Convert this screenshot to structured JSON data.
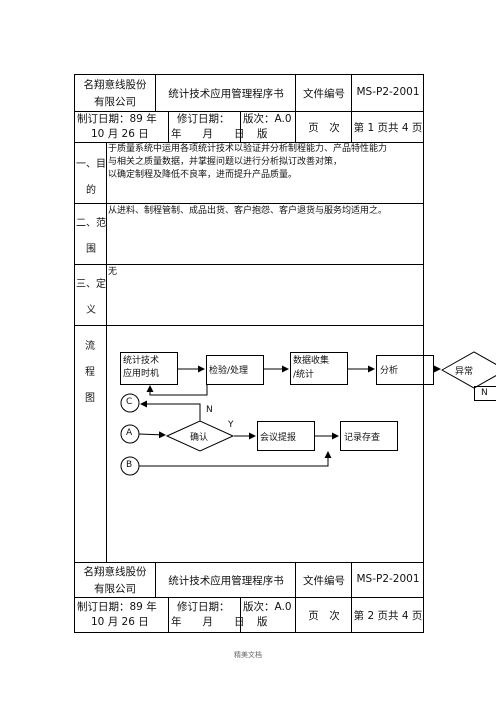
{
  "header1": {
    "company_line1": "名翔意线股份",
    "company_line2": "有限公司",
    "doc_title": "统计技术应用管理程序书",
    "doc_no_label": "文件编号",
    "doc_no": "MS-P2-2001",
    "made_date_line1": "制订日期：89 年",
    "made_date_line2": "10 月 26 日",
    "rev_date_line1": "修订日期：",
    "rev_date_line2": "年　　月　　日",
    "version_line1": "版次：A.0",
    "version_line2": "版",
    "page_label": "页　次",
    "page_value": "第 1 页共 4 页"
  },
  "sections": {
    "purpose_label_1": "一、目",
    "purpose_label_2": "的",
    "purpose_text_1": "于质量系统中运用各项统计技术以验证并分析制程能力、产品特性能力",
    "purpose_text_2": "与相关之质量数据，并掌握问题以进行分析拟订改善对策，",
    "purpose_text_3": "以确定制程及降低不良率，进而提升产品质量。",
    "scope_label_1": "二、范",
    "scope_label_2": "围",
    "scope_text": "从进料、制程管制、成品出货、客户抱怨、客户退货与服务均适用之。",
    "definition_label_1": "三、定",
    "definition_label_2": "义",
    "definition_text": "无",
    "flow_label_1": "流",
    "flow_label_2": "程",
    "flow_label_3": "图"
  },
  "flowchart": {
    "box_timing_1": "统计技术",
    "box_timing_2": "应用时机",
    "box_inspect": "检验/处理",
    "box_collect_1": "数据收集",
    "box_collect_2": "/统计",
    "box_analyze": "分析",
    "diamond_abnormal": "异常",
    "label_n_right": "N",
    "connector_c": "C",
    "connector_a": "A",
    "connector_b": "B",
    "diamond_confirm": "确认",
    "label_n": "N",
    "label_y": "Y",
    "box_report": "会议提报",
    "box_record": "记录存查"
  },
  "header2": {
    "company_line1": "名翔意线股份",
    "company_line2": "有限公司",
    "doc_title": "统计技术应用管理程序书",
    "doc_no_label": "文件编号",
    "doc_no": "MS-P2-2001",
    "made_date_line1": "制订日期：89 年",
    "made_date_line2": "10 月 26 日",
    "rev_date_line1": "修订日期：",
    "rev_date_line2": "年　　月　　日",
    "version_line1": "版次：A.0",
    "version_line2": "版",
    "page_label": "页　次",
    "page_value": "第 2 页共 4 页"
  },
  "footer": {
    "text": "精美文档"
  }
}
